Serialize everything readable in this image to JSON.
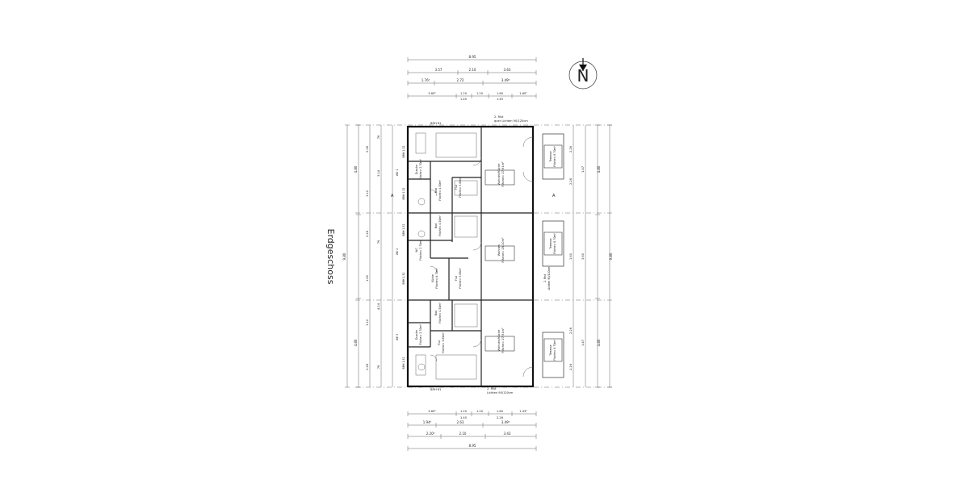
{
  "floor_title": "Erdgeschoss",
  "north_label": "N",
  "north_icon": "north-arrow-icon",
  "top_dims": {
    "overall": "8.95",
    "row2": [
      "3.57",
      "2.10",
      "3.63"
    ],
    "row3": [
      "1.76⁵",
      "2.72",
      "3.49⁵"
    ],
    "row4": [
      "3.60⁵",
      "1.20",
      "1.20",
      "1.60",
      "1.60⁵"
    ],
    "row4b": [
      "1.45",
      "1.45"
    ]
  },
  "bottom_dims": {
    "row1": [
      "3.60⁵",
      "1.20",
      "1.20",
      "1.60",
      "1.43⁵"
    ],
    "row1b": [
      "1.45",
      "2.26"
    ],
    "row2": [
      "1.94⁵",
      "2.63",
      "3.49⁵"
    ],
    "row3": [
      "2.20⁵",
      "2.10",
      "3.43"
    ],
    "overall": "8.95"
  },
  "left_dims": {
    "overall": "9.80",
    "segments": [
      "4.80",
      "4.80"
    ],
    "inner_a": [
      "2.28",
      "1.12",
      "2.26",
      "1.60",
      "1.12",
      "2.28"
    ],
    "inner_b": [
      "76",
      "3.14",
      "76",
      "4.14",
      "76"
    ]
  },
  "right_dims": {
    "overall": "9.80",
    "segments": [
      "4.80",
      "4.80"
    ],
    "inner": [
      "2.26",
      "2.26",
      "1.60",
      "2.26",
      "2.26"
    ],
    "inner_b": [
      "1.47",
      "3.60",
      "1.47"
    ]
  },
  "rooms": {
    "wohnkueche_top": [
      "Wohnen/Küche",
      "Fläche= 27.91m²"
    ],
    "wohnkueche_bottom": [
      "Wohnen/Küche",
      "Fläche= 27.91m²"
    ],
    "wohnen_mid": [
      "Wohnen",
      "Fläche= 25.10m²"
    ],
    "bad_1": [
      "Bad",
      "Fläche= 4.50m²"
    ],
    "bad_2": [
      "Bad",
      "Fläche= 4.50m²"
    ],
    "bad_3": [
      "Bad",
      "Fläche= 4.50m²"
    ],
    "dusche_1": [
      "Dusche",
      "Fläche= 2.70m²"
    ],
    "dusche_2": [
      "Dusche",
      "Fläche= 2.70m²"
    ],
    "flur_1": [
      "Flur",
      "Fläche= 3.65m²"
    ],
    "flur_2": [
      "Flur",
      "Fläche= 3.65m²"
    ],
    "flur_3": [
      "Flur",
      "Fläche= 3.65m²"
    ],
    "kueche_mid": [
      "Küche",
      "Fläche= 6.70m²"
    ],
    "wc_mid": [
      "WC",
      "Fläche= 2.70m²"
    ]
  },
  "terraces": [
    [
      "Terrasse",
      "Fläche= 8.70m²"
    ],
    [
      "Terrasse",
      "Fläche= 8.70m²"
    ],
    [
      "Terrasse",
      "Fläche= 8.70m²"
    ]
  ],
  "window_notes": {
    "top": [
      "2. Rist",
      "quer Lichten 90/120cm"
    ],
    "mid": [
      "2. Rist",
      "Lichten 90/120cm"
    ],
    "bottom": [
      "2. Rist",
      "Lichten 90/120cm"
    ]
  },
  "small_labels": {
    "brh_top": "BRH 81",
    "brh_bottom": "BRH 81",
    "brh_side": [
      "BRH 1.32",
      "BRH 1.32",
      "BRH 1.32",
      "BRH 1.32",
      "BRH 1.32"
    ],
    "we_labels": [
      "WE 1",
      "WE 2",
      "WE 3"
    ],
    "section_a": "A"
  }
}
